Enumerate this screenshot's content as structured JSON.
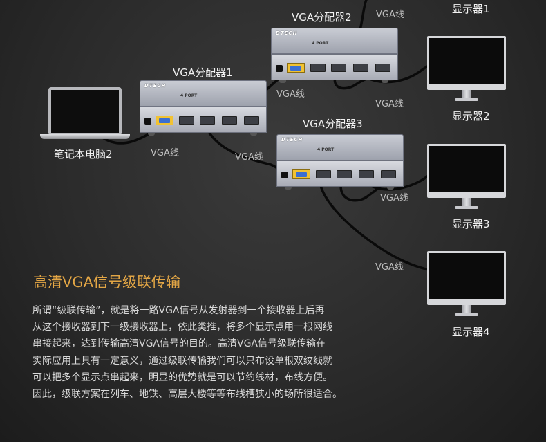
{
  "labels": {
    "splitter1": "VGA分配器1",
    "splitter2": "VGA分配器2",
    "splitter3": "VGA分配器3",
    "laptop": "笔记本电脑2",
    "monitor1": "显示器1",
    "monitor2": "显示器2",
    "monitor3": "显示器3",
    "monitor4": "显示器4",
    "vga_cable": "VGA线"
  },
  "device": {
    "brand": "DTECH",
    "port_label": "4 PORT"
  },
  "heading": "高清VGA信号级联传输",
  "paragraph": [
    "所谓“级联传输”，就是将一路VGA信号从发射器到一个接收器上后再",
    "从这个接收器到下一级接收器上，依此类推，将多个显示点用一根网线",
    "串接起来，达到传输高清VGA信号的目的。高清VGA信号级联传输在",
    "实际应用上具有一定意义，通过级联传输我们可以只布设单根双绞线就",
    "可以把多个显示点串起来，明显的优势就是可以节约线材，布线方便。",
    "因此，级联方案在列车、地铁、高层大楼等等布线槽狭小的场所很适合。"
  ],
  "colors": {
    "heading": "#e3a645",
    "background": "#2b2b2b",
    "vga_port": "#3b6fd1",
    "input_panel": "#f1c232"
  }
}
